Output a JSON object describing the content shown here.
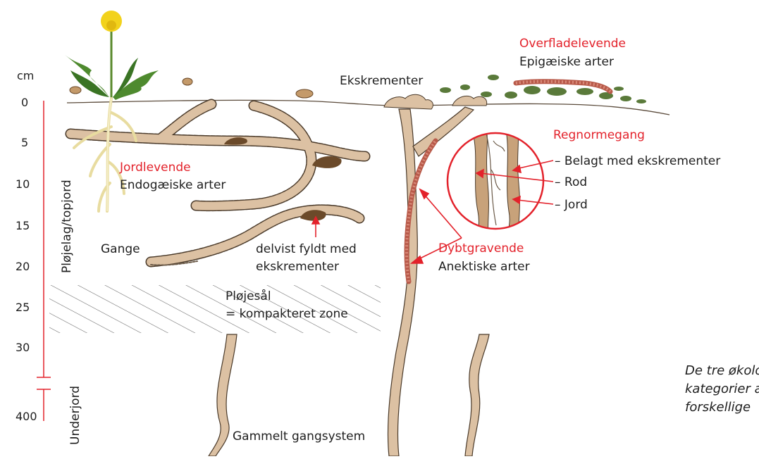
{
  "scale": {
    "unit": "cm",
    "ticks": [
      "0",
      "5",
      "10",
      "15",
      "20",
      "25",
      "30",
      "400"
    ],
    "zone_topsoil": "Pløjelag/topjord",
    "zone_subsoil": "Underjord"
  },
  "labels": {
    "surface_dwelling_title": "Overfladelevende",
    "surface_dwelling_sub": "Epigæiske arter",
    "excrement": "Ekskrementer",
    "soil_dwelling_title": "Jordlevende",
    "soil_dwelling_sub": "Endogæiske arter",
    "burrows": "Gange",
    "partially_filled_1": "delvist fyldt med",
    "partially_filled_2": "ekskrementer",
    "deep_burrowing_title": "Dybtgravende",
    "deep_burrowing_sub": "Anektiske arter",
    "plough_pan_1": "Pløjesål",
    "plough_pan_2": "= kompakteret zone",
    "old_burrow_system": "Gammelt gangsystem",
    "burrow_title": "Regnormegang",
    "legend": [
      "–   Belagt med ekskrementer",
      "–   Rod",
      "–   Jord"
    ],
    "caption_1": "De tre økologiske",
    "caption_2": "kategorier af",
    "caption_3": "forskellige"
  },
  "colors": {
    "accent_red": "#e3222b",
    "burrow_fill": "#dcc1a3",
    "burrow_edge": "#4a3a2a",
    "excrement_brown": "#6b4a2a",
    "leaf_green": "#4e8a2e",
    "flower_yellow": "#f2d21c",
    "root_cream": "#f5eec8"
  }
}
